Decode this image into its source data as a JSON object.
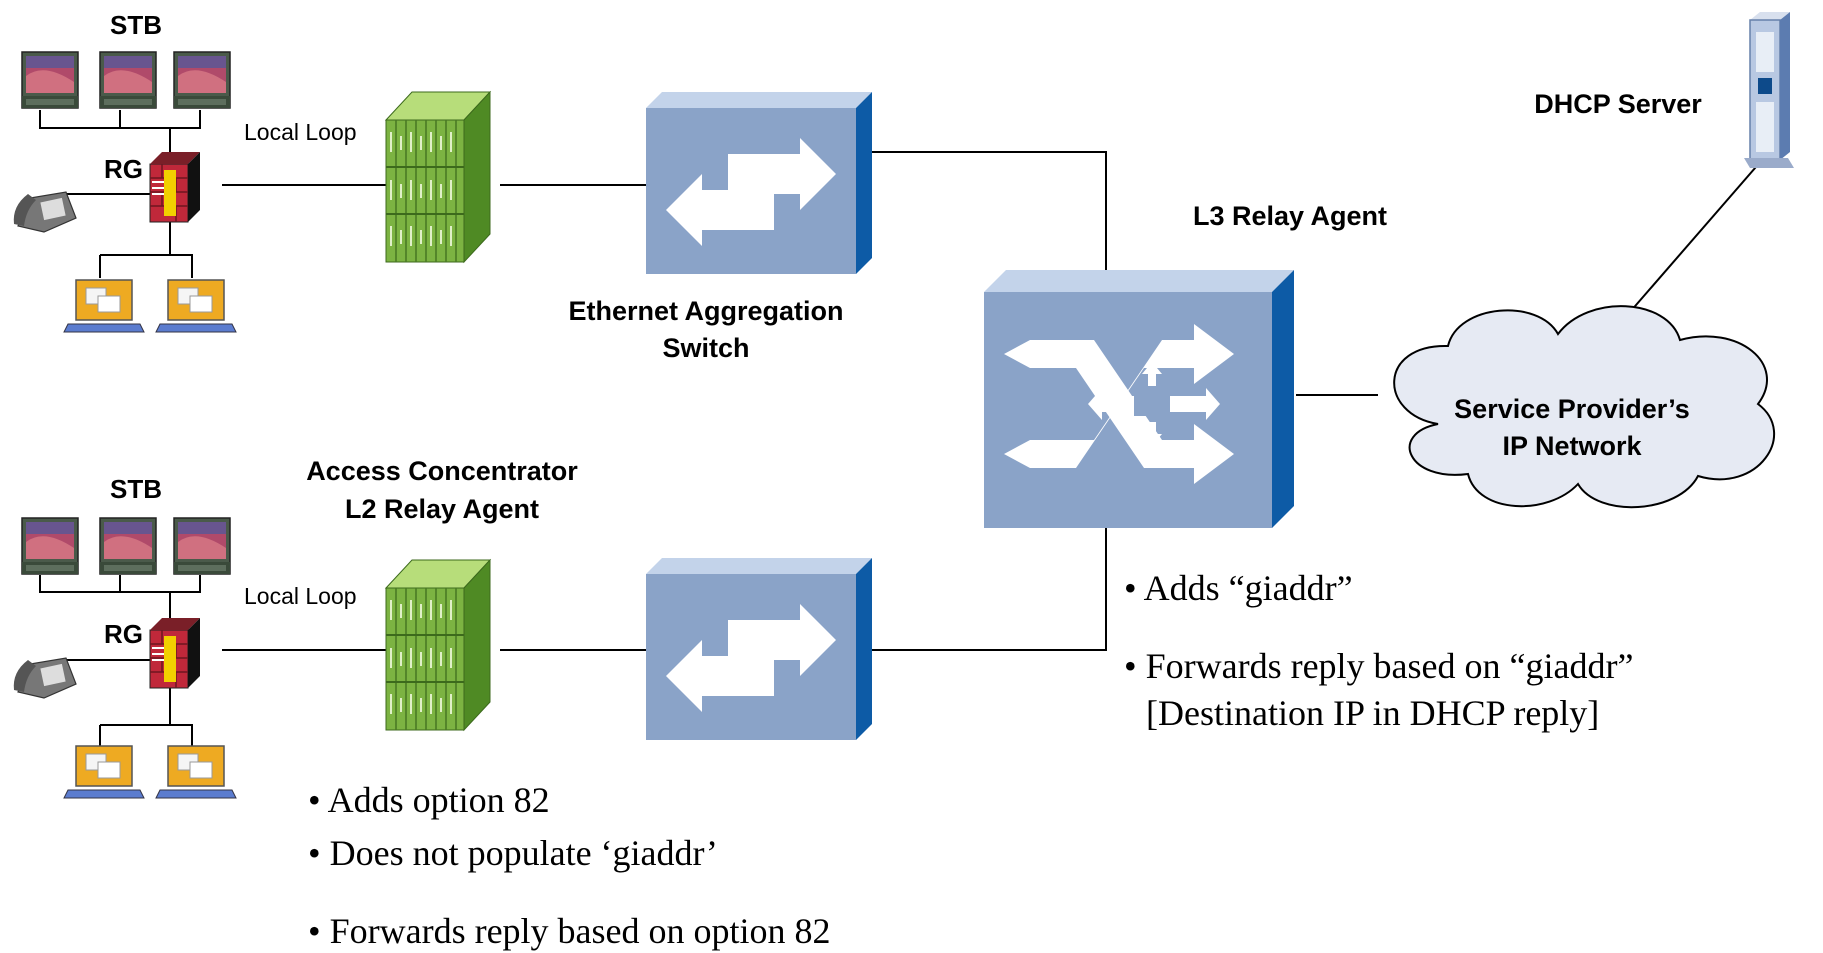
{
  "labels": {
    "stb": "STB",
    "rg": "RG",
    "local_loop": "Local Loop",
    "eth_switch_line1": "Ethernet Aggregation",
    "eth_switch_line2": "Switch",
    "access_conc_line1": "Access Concentrator",
    "access_conc_line2": "L2 Relay Agent",
    "l3_relay": "L3 Relay Agent",
    "dhcp_server": "DHCP Server",
    "cloud_line1": "Service Provider’s",
    "cloud_line2": "IP Network"
  },
  "l2_bullets": [
    "• Adds option 82",
    "• Does not populate ‘giaddr’",
    "• Forwards reply based on option 82"
  ],
  "l3_bullets": {
    "b1": "• Adds “giaddr”",
    "b2_line1": "• Forwards reply based on “giaddr”",
    "b2_line2": "[Destination IP in DHCP reply]"
  },
  "colors": {
    "switch_front": "#8aa3c8",
    "switch_top": "#c3d3ea",
    "switch_side": "#0d5ba6",
    "concentrator": "#7cb342",
    "rg_red": "#c0283a",
    "cloud_fill": "#e6eaf3"
  }
}
